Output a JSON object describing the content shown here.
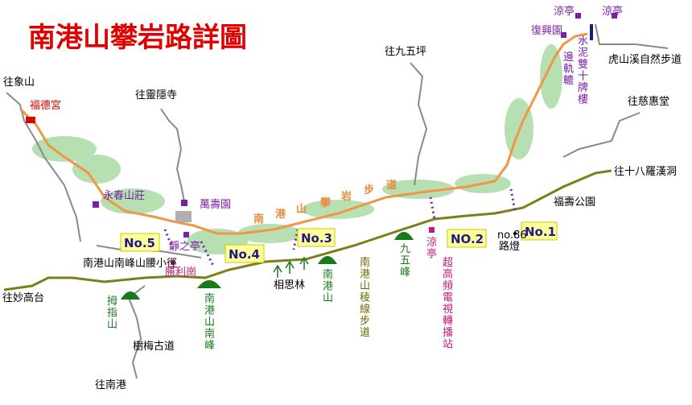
{
  "title": "南港山攀岩路詳圖",
  "colors": {
    "side_road": "#8a8a8a",
    "main_ridge": "#7d7d1a",
    "climb_trail": "#f19547",
    "vegetation": "#7cc873",
    "purple": "#7a1fa8",
    "green": "#1a7a1a",
    "red": "#e00000",
    "badge_bg": "#ffff99"
  },
  "labels": {
    "to_xiangshan": "往象山",
    "fude_temple": "福德宮",
    "to_lingyin": "往靈隱寺",
    "to_jiuwuping": "往九五坪",
    "liang_ting_1": "涼亭",
    "liang_ting_2": "涼亭",
    "fuxing_garden": "復興園",
    "huwei_trail": "虎山溪自然步道",
    "to_cihui": "往慈惠堂",
    "to_18luohan": "往十八羅漢洞",
    "fushou_park": "福壽公園",
    "yongchun": "永春山莊",
    "wanshou": "萬壽園",
    "jingzhi_ting": "靜之亭",
    "shengli_gang": "勝利崗",
    "nanfeng_path": "南港山南峰山腰小徑",
    "to_miaogaotai": "往妙高台",
    "xiangsi_lin": "相思林",
    "shumei_road": "樹梅古道",
    "to_nangang": "往南港",
    "no86_a": "no.86",
    "no86_b": "路燈"
  },
  "vertical_labels": {
    "climb_trail_name": "南港山攀岩步道",
    "ridge_trail": "南港山稜線步道",
    "tv_station": "超高頻電視轉播站",
    "liangting_v": "涼亭",
    "jiuwu_peak": "九五峰",
    "nangang_shan": "南港山",
    "nangang_south": "南港山南峰",
    "muzhi_shan": "拇指山",
    "bianfu_dong": "邊軌轆",
    "cement_stairs": "水泥雙十牌樓"
  },
  "badges": {
    "no1": "No.1",
    "no2": "NO.2",
    "no3": "No.3",
    "no4": "No.4",
    "no5": "No.5"
  }
}
